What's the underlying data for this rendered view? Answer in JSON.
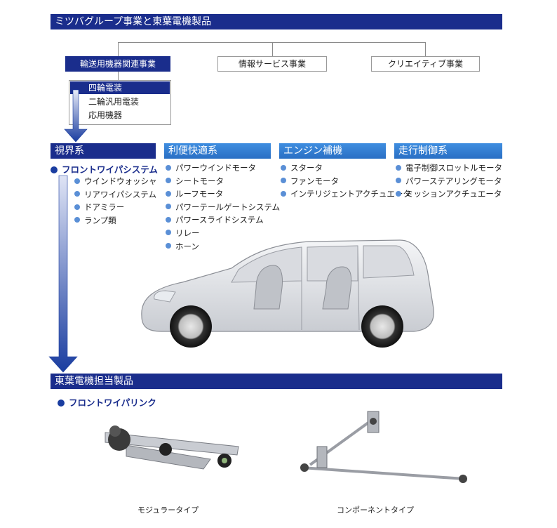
{
  "header": {
    "title": "ミツバグループ事業と東葉電機製品"
  },
  "org": {
    "divisions": [
      "輸送用機器関連事業",
      "情報サービス事業",
      "クリエイティブ事業"
    ],
    "subdivisions": [
      "四輪電装",
      "二輪汎用電装",
      "応用機器"
    ]
  },
  "categories": [
    {
      "title": "視界系",
      "headline": "フロントワイパシステム",
      "items": [
        "ウインドウォッシャ",
        "リアワイパシステム",
        "ドアミラー",
        "ランプ類"
      ]
    },
    {
      "title": "利便快適系",
      "items": [
        "パワーウインドモータ",
        "シートモータ",
        "ルーフモータ",
        "パワーテールゲートシステム",
        "パワースライドシステム",
        "リレー",
        "ホーン"
      ]
    },
    {
      "title": "エンジン補機",
      "items": [
        "スタータ",
        "ファンモータ",
        "インテリジェントアクチュエータ"
      ]
    },
    {
      "title": "走行制御系",
      "items": [
        "電子制御スロットルモータ",
        "パワーステアリングモータ",
        "ミッションアクチュエータ"
      ]
    }
  ],
  "products": {
    "title": "東葉電機担当製品",
    "headline": "フロントワイパリンク",
    "captions": [
      "モジュラータイプ",
      "コンポーネントタイプ"
    ]
  },
  "colors": {
    "navy": "#1a2d8c",
    "blue_gradient_top": "#3f8ee0",
    "dot": "#5a8fd6"
  }
}
